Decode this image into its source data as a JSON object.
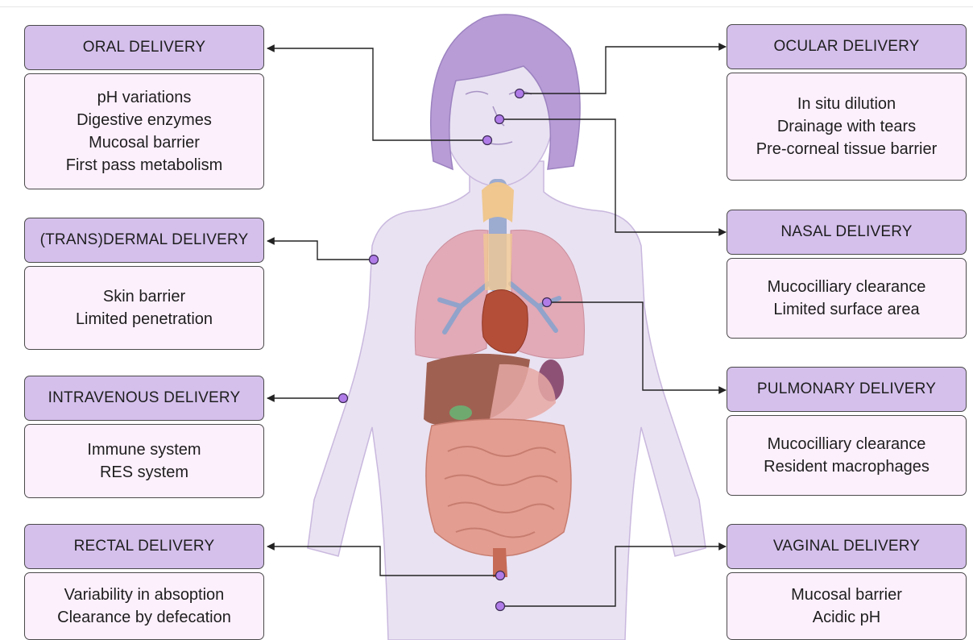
{
  "colors": {
    "header_fill": "#d5c0ec",
    "body_fill": "#fdf0fd",
    "border": "#4a4a4a",
    "silhouette": "#e9e2f2",
    "hair": "#b79cd6",
    "marker": "#b07ce8"
  },
  "routes": {
    "oral": {
      "title": "ORAL DELIVERY",
      "barriers": [
        "pH variations",
        "Digestive enzymes",
        "Mucosal barrier",
        "First pass metabolism"
      ]
    },
    "dermal": {
      "title": "(TRANS)DERMAL DELIVERY",
      "barriers": [
        "Skin barrier",
        "Limited penetration"
      ]
    },
    "intravenous": {
      "title": "INTRAVENOUS DELIVERY",
      "barriers": [
        "Immune system",
        "RES system"
      ]
    },
    "rectal": {
      "title": "RECTAL DELIVERY",
      "barriers": [
        "Variability in absoption",
        "Clearance by defecation"
      ]
    },
    "ocular": {
      "title": "OCULAR DELIVERY",
      "barriers": [
        "In situ dilution",
        "Drainage with tears",
        "Pre-corneal tissue barrier"
      ]
    },
    "nasal": {
      "title": "NASAL DELIVERY",
      "barriers": [
        "Mucocilliary clearance",
        "Limited surface area"
      ]
    },
    "pulmonary": {
      "title": "PULMONARY DELIVERY",
      "barriers": [
        "Mucocilliary clearance",
        "Resident macrophages"
      ]
    },
    "vaginal": {
      "title": "VAGINAL DELIVERY",
      "barriers": [
        "Mucosal barrier",
        "Acidic pH"
      ]
    }
  }
}
